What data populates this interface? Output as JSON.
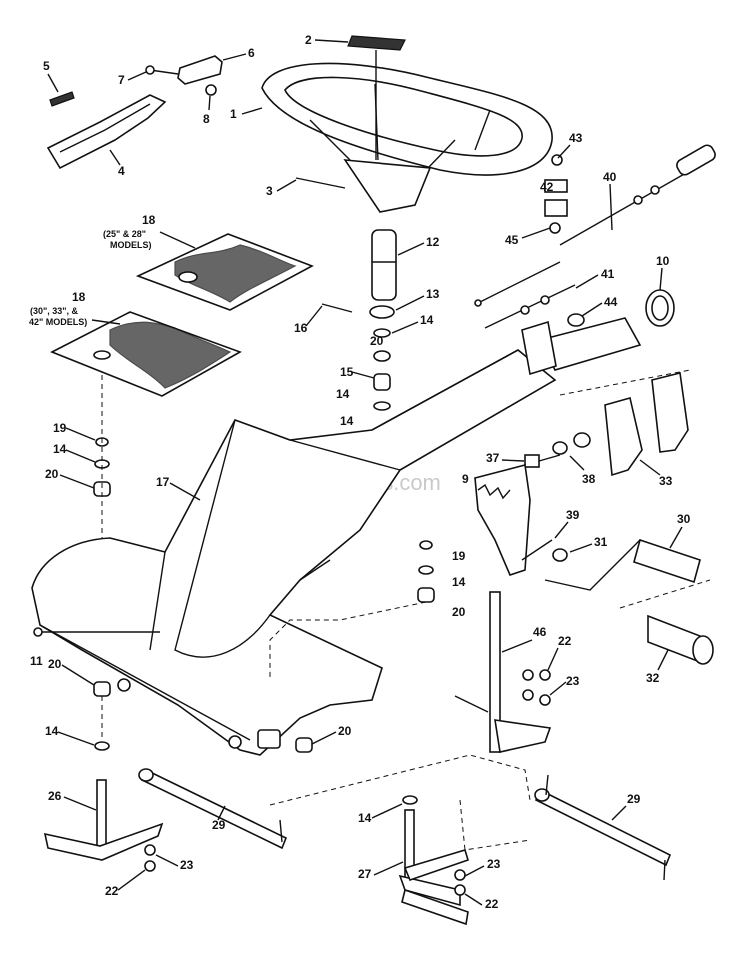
{
  "watermark": "eReplacementParts.com",
  "notes": {
    "seat_pan_small": [
      "(25\" & 28\"",
      "MODELS)"
    ],
    "seat_pan_large": [
      "(30\", 33\", &",
      "42\" MODELS)"
    ]
  },
  "callouts": [
    "1",
    "2",
    "3",
    "4",
    "5",
    "6",
    "7",
    "8",
    "9",
    "10",
    "11",
    "12",
    "13",
    "14",
    "15",
    "16",
    "17",
    "18",
    "19",
    "20",
    "22",
    "23",
    "26",
    "27",
    "29",
    "30",
    "31",
    "32",
    "33",
    "37",
    "38",
    "39",
    "40",
    "41",
    "42",
    "43",
    "44",
    "45",
    "46"
  ]
}
